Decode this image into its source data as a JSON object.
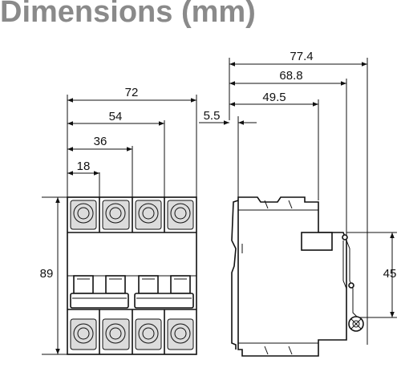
{
  "title": "Dimensions (mm)",
  "front_view": {
    "width_total": "72",
    "width_3p": "54",
    "width_2p": "36",
    "width_1p": "18",
    "height": "89"
  },
  "side_view": {
    "depth_total": "77.4",
    "depth_mid": "68.8",
    "depth_front": "49.5",
    "offset": "5.5",
    "rail_height": "45"
  }
}
